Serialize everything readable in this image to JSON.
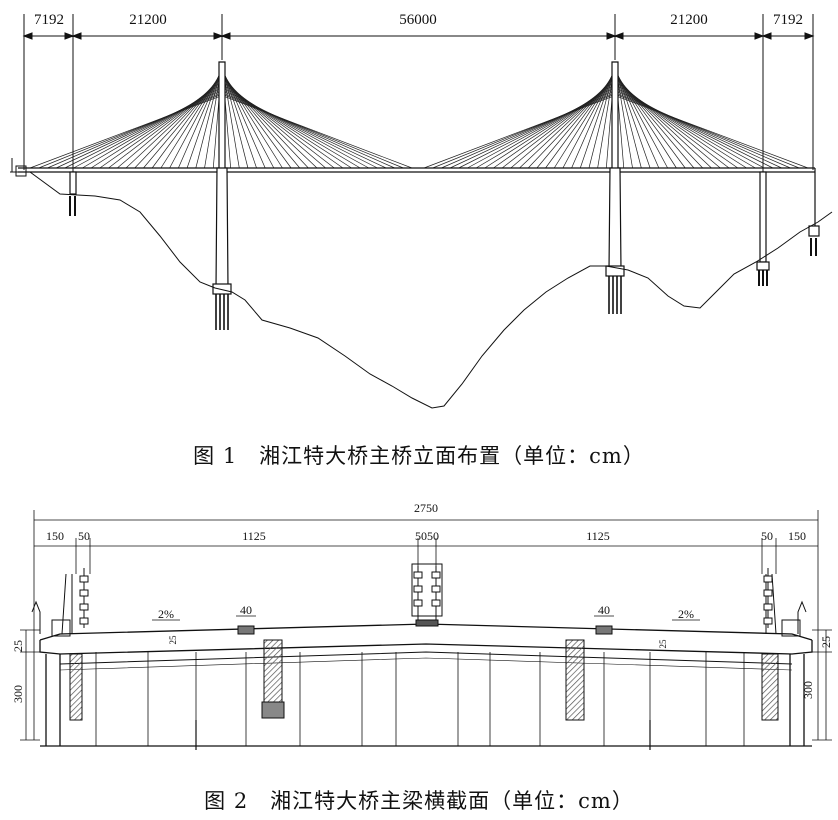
{
  "figure1": {
    "caption": "图 1　湘江特大桥主桥立面布置（单位：cm）",
    "spans": [
      "7192",
      "21200",
      "56000",
      "21200",
      "7192"
    ]
  },
  "figure2": {
    "caption": "图 2　湘江特大桥主梁横截面（单位：cm）",
    "total_width": "2750",
    "top_dims": [
      "150",
      "50",
      "1125",
      "5050",
      "1125",
      "50",
      "150"
    ],
    "slope_left": "2%",
    "slope_right": "2%",
    "pad_left": "40",
    "pad_right": "40",
    "deck_thk_left": "25",
    "deck_thk_right": "25",
    "girder_height_left": "300",
    "girder_height_right": "300",
    "small_left": "25",
    "small_right": "25"
  }
}
